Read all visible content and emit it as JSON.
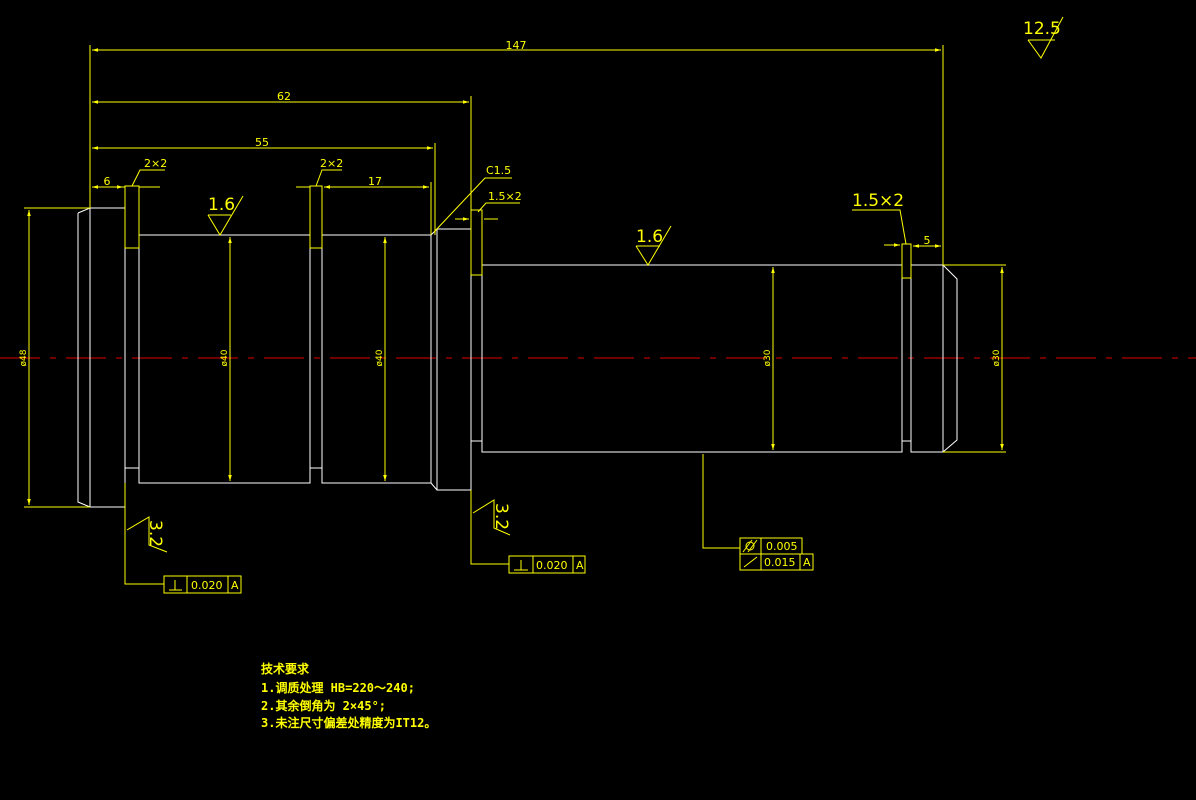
{
  "surface_finish": {
    "general": "12.5",
    "seg1": "1.6",
    "seg3": "1.6",
    "face_left": "3.2",
    "face_right": "3.2"
  },
  "dims": {
    "total_length": "147",
    "len_62": "62",
    "len_55": "55",
    "len_6": "6",
    "len_17": "17",
    "len_5": "5",
    "groove_a": "2×2",
    "groove_b": "2×2",
    "chamfer_c": "C1.5",
    "groove_c": "1.5×2",
    "groove_d": "1.5×2",
    "dia_48": "ø48",
    "dia_40a": "ø40",
    "dia_40b": "ø40",
    "dia_30a": "ø30",
    "dia_30b": "ø30"
  },
  "tolerances": {
    "perp_left": {
      "value": "0.020",
      "datum": "A"
    },
    "perp_right": {
      "value": "0.020",
      "datum": "A"
    },
    "cylindricity": {
      "value": "0.005"
    },
    "runout": {
      "value": "0.015",
      "datum": "A"
    }
  },
  "notes": {
    "title": "技术要求",
    "line1": "1.调质处理 HB=220～240;",
    "line2": "2.其余倒角为 2×45°;",
    "line3": "3.未注尺寸偏差处精度为IT12。"
  },
  "colors": {
    "background": "#000000",
    "dimension": "#ffff00",
    "outline": "#ffffff",
    "centerline": "#e00000"
  }
}
